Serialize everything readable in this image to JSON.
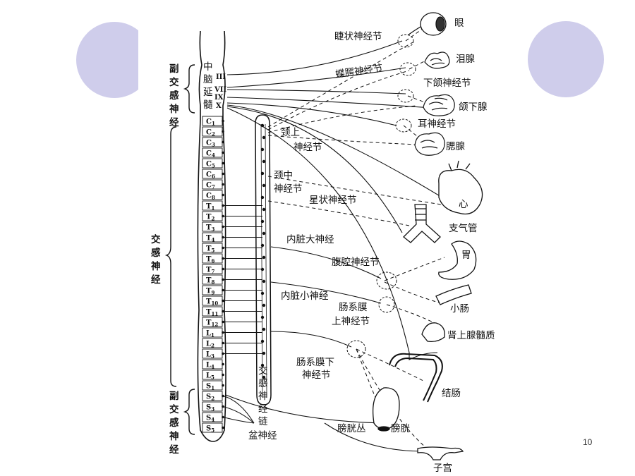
{
  "slide_number": "10",
  "colors": {
    "decor": "#cfcdeb",
    "ink": "#111111"
  },
  "side_labels": {
    "upper": [
      "副",
      "交",
      "感",
      "神",
      "经"
    ],
    "middle": [
      "交",
      "感",
      "神",
      "经"
    ],
    "lower": [
      "副",
      "交",
      "感",
      "神",
      "经"
    ]
  },
  "brain": {
    "chars": [
      "中",
      "脑",
      "延",
      "髓"
    ],
    "nerves": [
      "III",
      "VII",
      "IX",
      "X"
    ]
  },
  "segments": [
    "C1",
    "C2",
    "C3",
    "C4",
    "C5",
    "C6",
    "C7",
    "C8",
    "T1",
    "T2",
    "T3",
    "T4",
    "T5",
    "T6",
    "T7",
    "T8",
    "T9",
    "T10",
    "T11",
    "T12",
    "L1",
    "L2",
    "L3",
    "L4",
    "L5",
    "S1",
    "S2",
    "S3",
    "S4",
    "S5"
  ],
  "chain_label": [
    "交",
    "感",
    "神",
    "经",
    "链"
  ],
  "labels": {
    "ciliary_ganglion": "睫状神经节",
    "eye": "眼",
    "lacrimal_gland": "泪腺",
    "pterygopalatine_ganglion": "蝶腭神经节",
    "submandibular_ganglion": "下颌神经节",
    "submandibular_gland": "颌下腺",
    "otic_ganglion": "耳神经节",
    "parotid_gland": "腮腺",
    "superior_cervical_1": "颈上",
    "superior_cervical_2": "神经节",
    "middle_cervical_1": "颈中",
    "middle_cervical_2": "神经节",
    "stellate_ganglion": "星状神经节",
    "heart": "心",
    "bronchus": "支气管",
    "greater_splanchnic": "内脏大神经",
    "stomach": "胃",
    "celiac_ganglion": "腹腔神经节",
    "lesser_splanchnic": "内脏小神经",
    "small_intestine": "小肠",
    "superior_mesenteric_1": "肠系膜",
    "superior_mesenteric_2": "上神经节",
    "adrenal_medulla": "肾上腺髓质",
    "inferior_mesenteric_1": "肠系膜下",
    "inferior_mesenteric_2": "神经节",
    "colon": "结肠",
    "pelvic_nerve": "盆神经",
    "vesical_plexus": "膀胱丛",
    "bladder": "膀胱",
    "uterus": "子宫"
  }
}
